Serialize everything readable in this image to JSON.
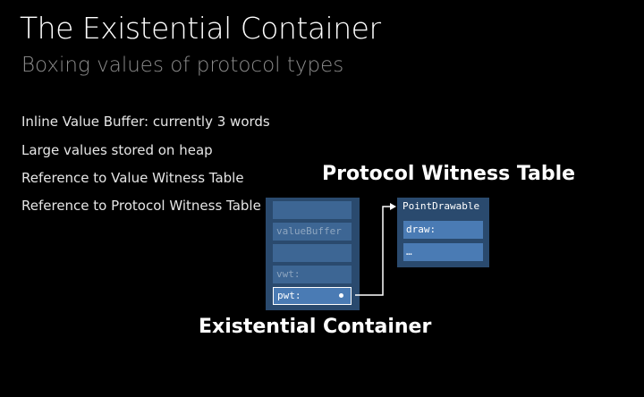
{
  "slide": {
    "title": "The Existential Container",
    "subtitle": "Boxing values of protocol types",
    "bullets": [
      "Inline Value Buffer: currently 3 words",
      "Large values stored on heap",
      "Reference to Value Witness Table",
      "Reference to Protocol Witness Table"
    ]
  },
  "diagram": {
    "protocol_witness_table": {
      "heading": "Protocol Witness Table",
      "type_name": "PointDrawable",
      "entries": [
        "draw:",
        "…"
      ]
    },
    "existential_container": {
      "heading": "Existential Container",
      "cells": [
        "",
        "valueBuffer",
        "",
        "vwt:",
        "pwt:"
      ]
    }
  },
  "colors": {
    "background": "#000000",
    "box": "#2a4a6e",
    "cell": "#3d6694",
    "cell_highlight": "#4a7bb4",
    "subtitle": "#8c8c8c"
  }
}
